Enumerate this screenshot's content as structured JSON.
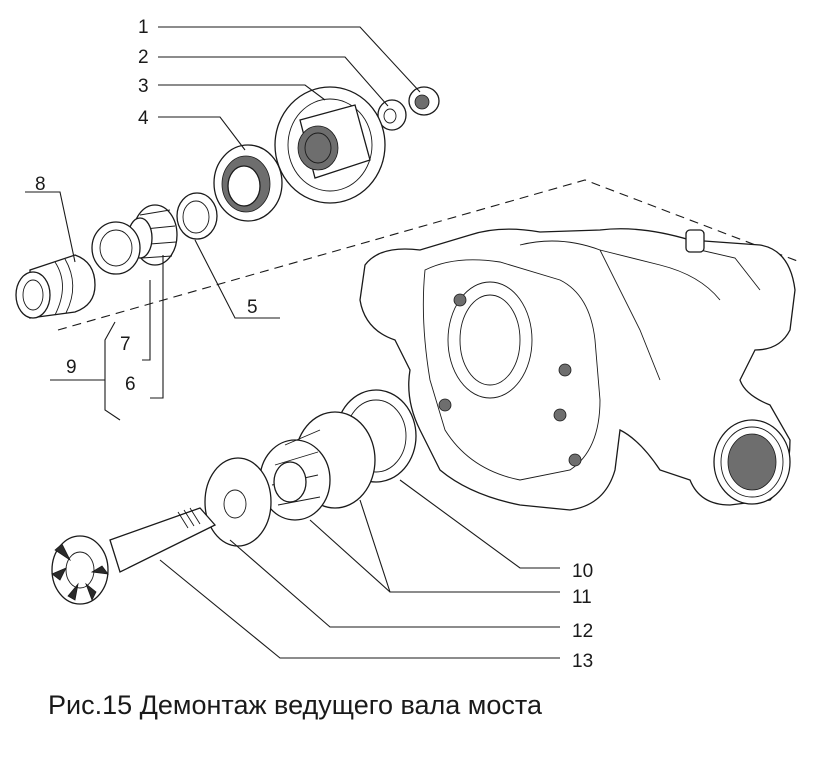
{
  "caption": "Рис.15 Демонтаж ведущего вала моста",
  "callouts": [
    {
      "num": "1",
      "part": "nut"
    },
    {
      "num": "2",
      "part": "washer"
    },
    {
      "num": "3",
      "part": "flange"
    },
    {
      "num": "4",
      "part": "seal"
    },
    {
      "num": "5",
      "part": "ring"
    },
    {
      "num": "6",
      "part": "bearing-rollers"
    },
    {
      "num": "7",
      "part": "bearing-outer-race"
    },
    {
      "num": "8",
      "part": "spacer-sleeve"
    },
    {
      "num": "9",
      "part": "bearing-assembly"
    },
    {
      "num": "10",
      "part": "bearing-cup"
    },
    {
      "num": "11",
      "part": "inner-bearing"
    },
    {
      "num": "12",
      "part": "shim"
    },
    {
      "num": "13",
      "part": "pinion-shaft"
    }
  ],
  "colors": {
    "ink": "#1a1a1a",
    "shade": "#6e6e6e",
    "background": "#ffffff"
  }
}
